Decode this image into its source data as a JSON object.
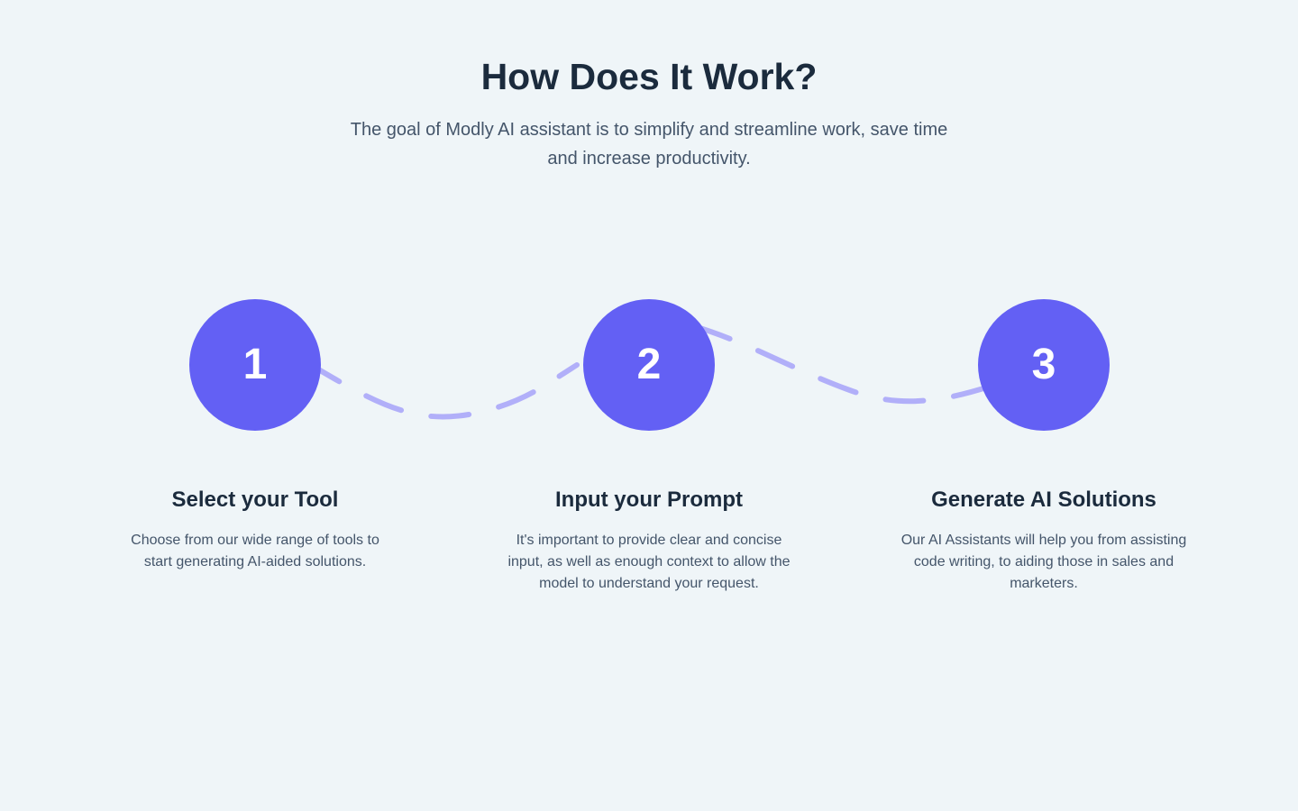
{
  "header": {
    "title": "How Does It Work?",
    "subtitle": "The goal of Modly AI assistant is to simplify and streamline work, save time and increase productivity."
  },
  "colors": {
    "background": "#eff5f8",
    "accent": "#6360f4",
    "connector": "#b1aff9",
    "heading_text": "#1b2b3d",
    "body_text": "#44556a"
  },
  "steps": [
    {
      "number": "1",
      "title": "Select your Tool",
      "description": "Choose from our wide range of tools to start generating AI-aided solutions."
    },
    {
      "number": "2",
      "title": "Input your Prompt",
      "description": "It's important to provide clear and concise input, as well as enough context to allow the model to understand your request."
    },
    {
      "number": "3",
      "title": "Generate AI Solutions",
      "description": "Our AI Assistants will help you from assisting code writing, to aiding those in sales and marketers."
    }
  ]
}
